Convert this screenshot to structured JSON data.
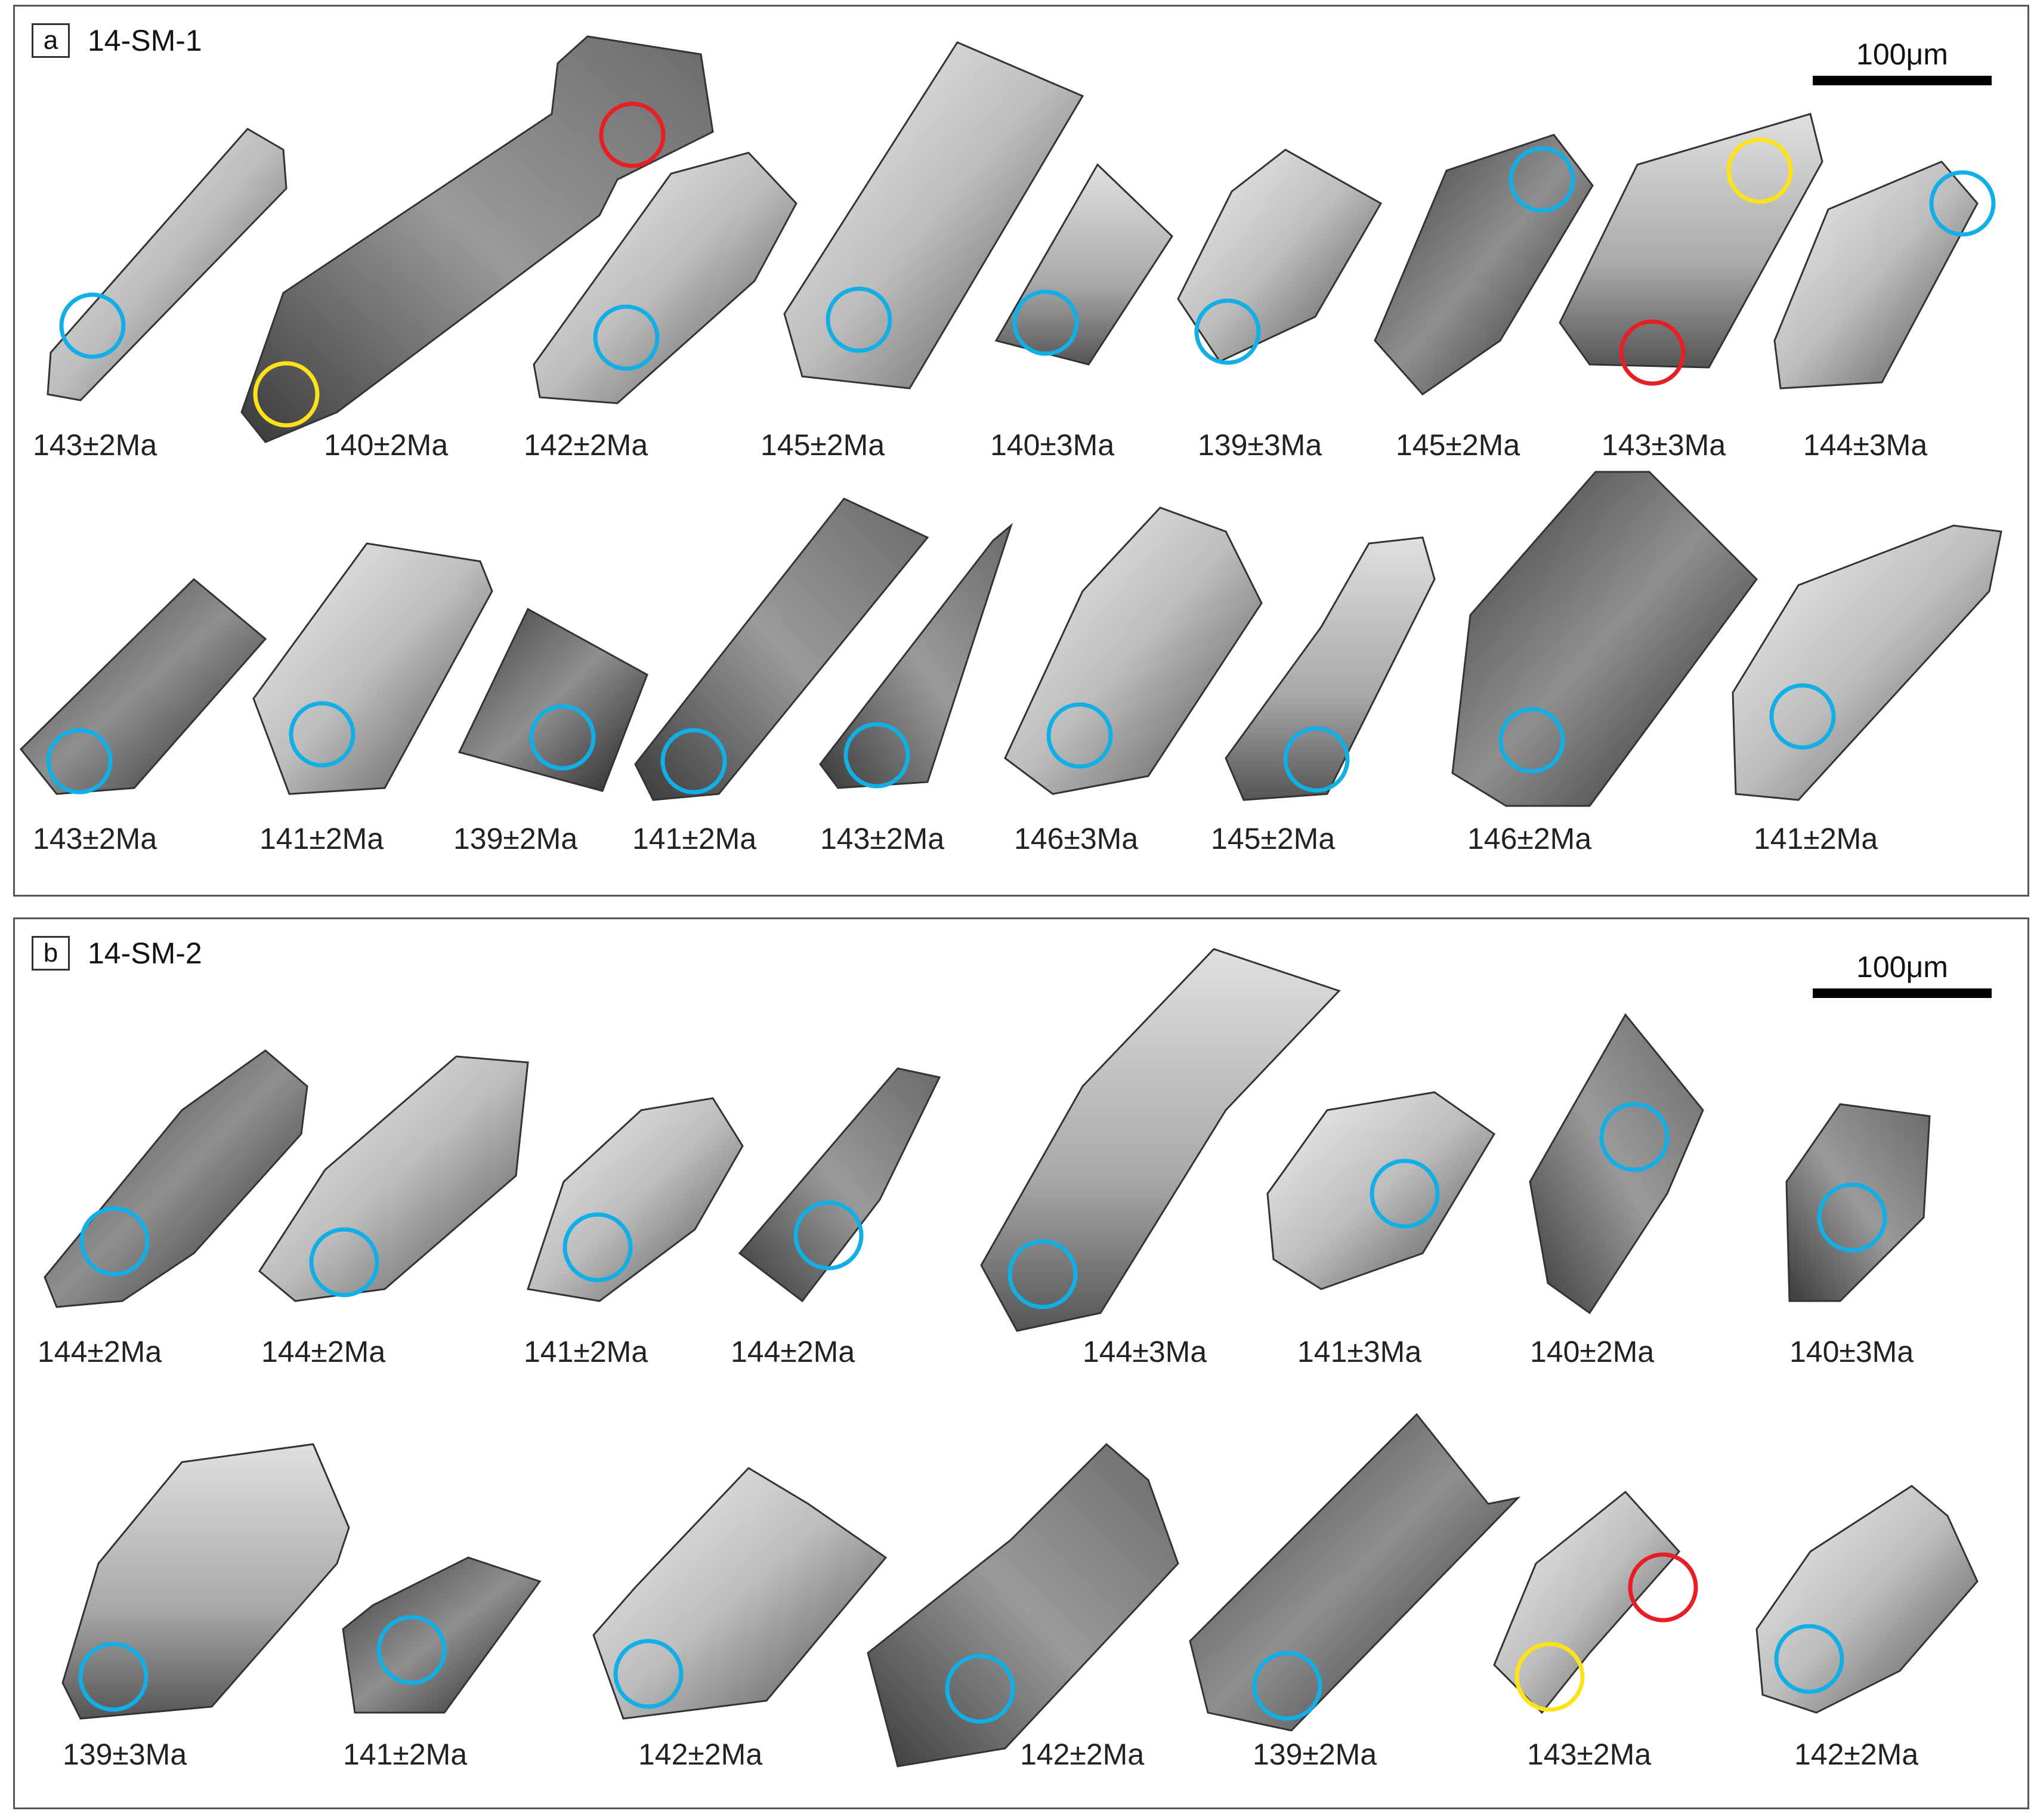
{
  "colors": {
    "analysis_spot": "#12aee6",
    "red_spot": "#e81e25",
    "yellow_spot": "#ffe21a",
    "frame": "#555555"
  },
  "panels": [
    {
      "letter": "a",
      "sample": "14-SM-1",
      "scale_label": "100μm",
      "ages": [
        "143±2Ma",
        "140±2Ma",
        "142±2Ma",
        "145±2Ma",
        "140±3Ma",
        "139±3Ma",
        "145±2Ma",
        "143±3Ma",
        "144±3Ma",
        "143±2Ma",
        "141±2Ma",
        "139±2Ma",
        "141±2Ma",
        "143±2Ma",
        "146±3Ma",
        "145±2Ma",
        "146±2Ma",
        "141±2Ma"
      ]
    },
    {
      "letter": "b",
      "sample": "14-SM-2",
      "scale_label": "100μm",
      "ages": [
        "144±2Ma",
        "144±2Ma",
        "141±2Ma",
        "144±2Ma",
        "144±3Ma",
        "141±3Ma",
        "140±2Ma",
        "140±3Ma",
        "139±3Ma",
        "141±2Ma",
        "142±2Ma",
        "142±2Ma",
        "139±2Ma",
        "143±2Ma",
        "142±2Ma"
      ]
    }
  ]
}
